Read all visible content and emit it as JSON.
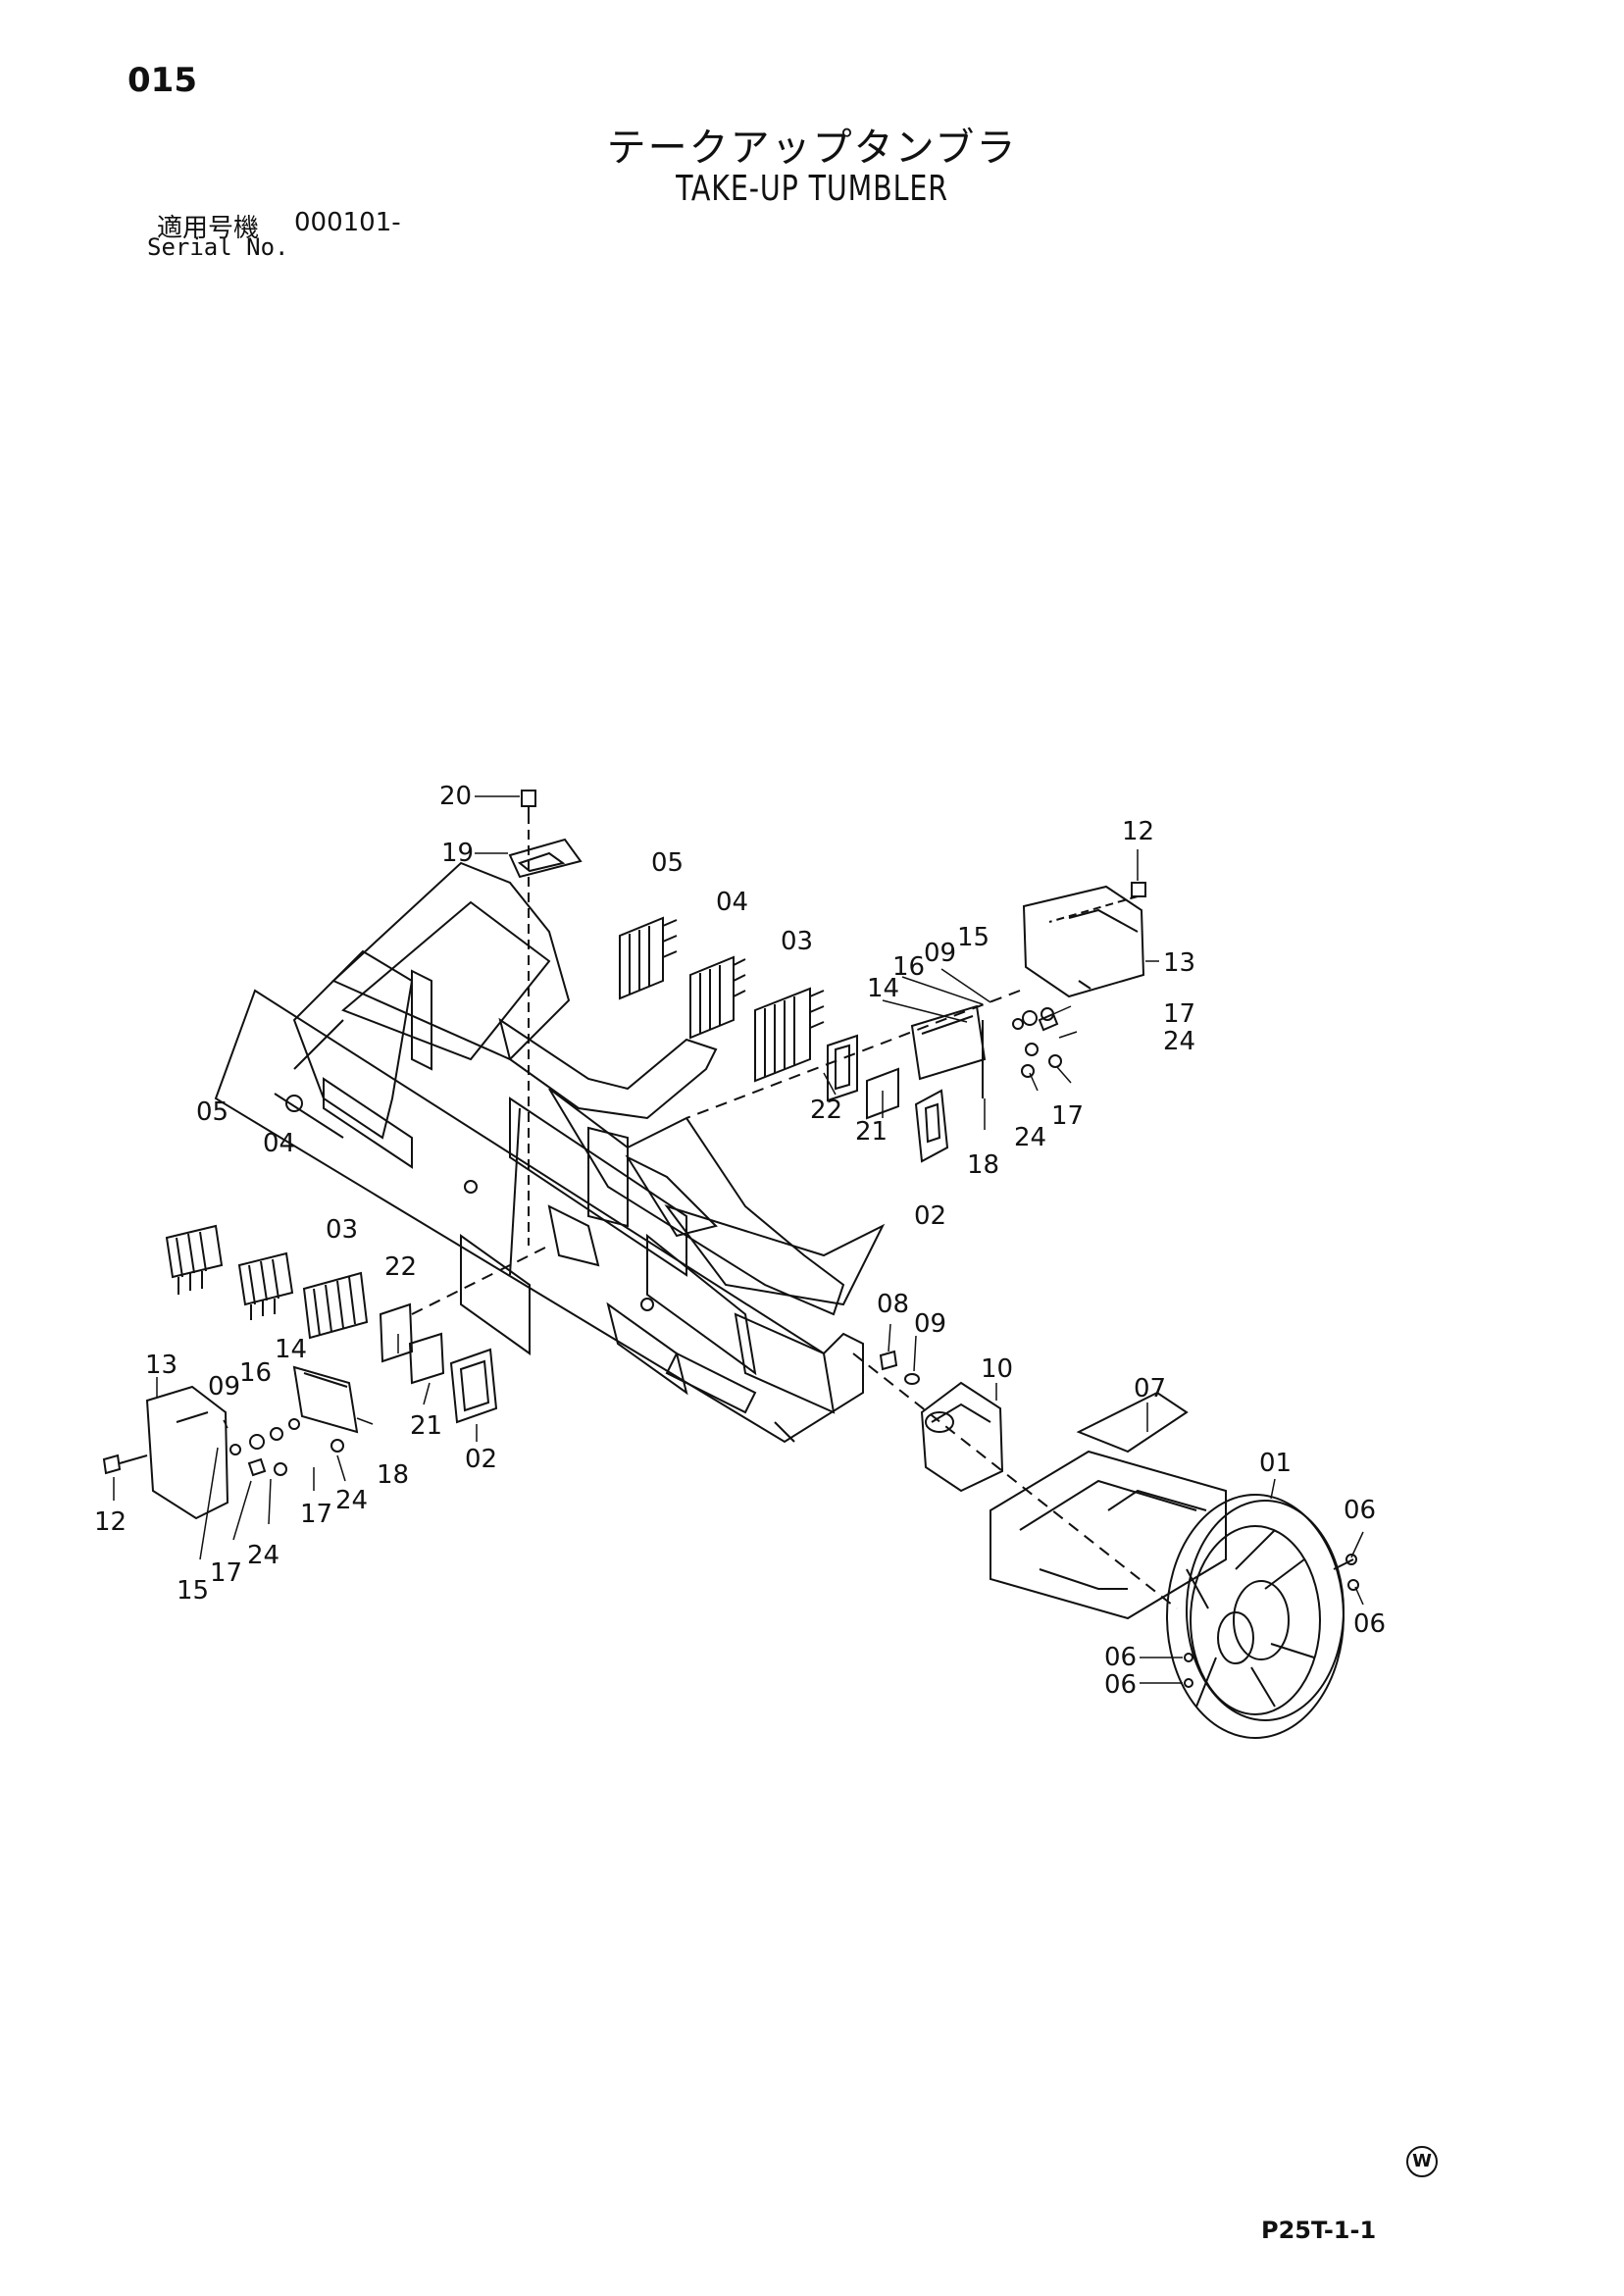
{
  "header": {
    "page_number": "015",
    "title_ja": "テークアップタンブラ",
    "title_en": "TAKE-UP TUMBLER",
    "serial_label_ja": "適用号機",
    "serial_value": "000101-",
    "serial_label_en": "Serial No."
  },
  "footer": {
    "drawing_code": "P25T-1-1",
    "mark": "W"
  },
  "callouts": {
    "c20": "20",
    "c19": "19",
    "c05a": "05",
    "c04a": "04",
    "c03a": "03",
    "c12a": "12",
    "c13a": "13",
    "c15a": "15",
    "c09a": "09",
    "c16a": "16",
    "c14a": "14",
    "c17a": "17",
    "c24a": "24",
    "c17b": "17",
    "c24b": "24",
    "c22a": "22",
    "c21a": "21",
    "c18a": "18",
    "c02a": "02",
    "c05b": "05",
    "c04b": "04",
    "c03b": "03",
    "c22b": "22",
    "c13b": "13",
    "c09b": "09",
    "c16b": "16",
    "c14b": "14",
    "c21b": "21",
    "c02b": "02",
    "c18b": "18",
    "c12b": "12",
    "c17c": "17",
    "c24c": "24",
    "c15b": "15",
    "c17d": "17",
    "c24d": "24",
    "c08": "08",
    "c09c": "09",
    "c10": "10",
    "c07": "07",
    "c01": "01",
    "c06a": "06",
    "c06b": "06",
    "c06c": "06",
    "c06d": "06"
  }
}
